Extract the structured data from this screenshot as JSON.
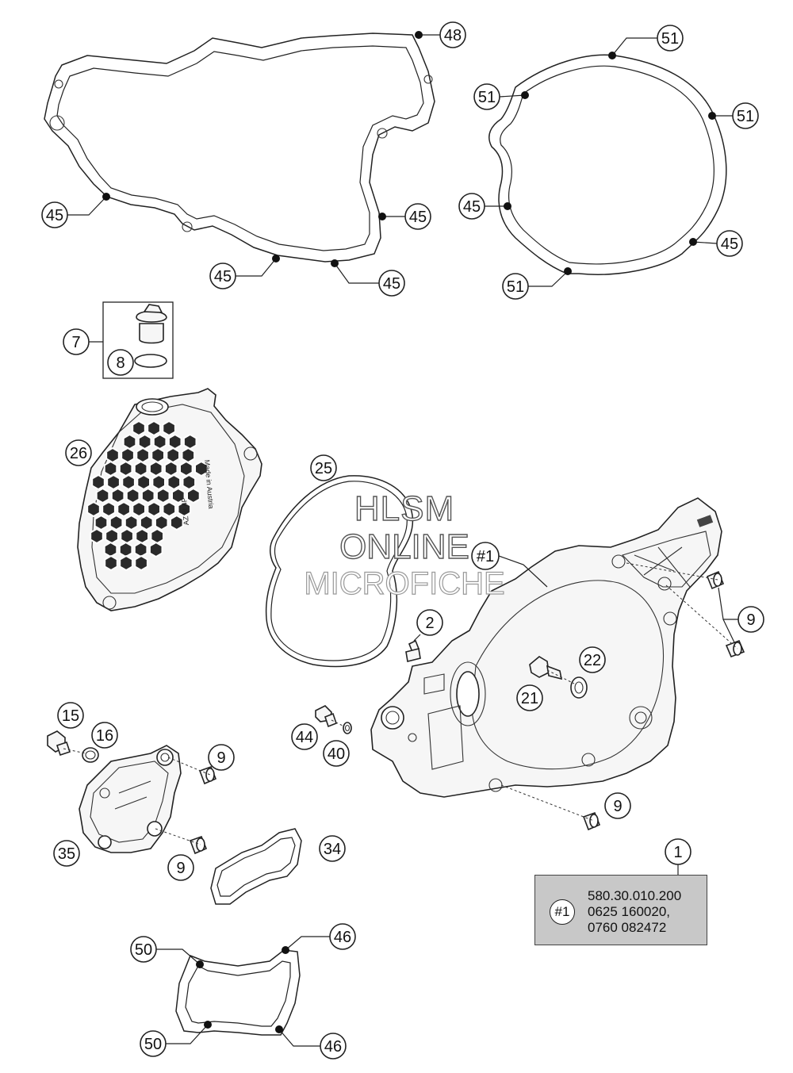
{
  "diagram": {
    "callouts": [
      {
        "id": "c48",
        "label": "48"
      },
      {
        "id": "c45a",
        "label": "45"
      },
      {
        "id": "c45b",
        "label": "45"
      },
      {
        "id": "c45c",
        "label": "45"
      },
      {
        "id": "c45d",
        "label": "45"
      },
      {
        "id": "c51a",
        "label": "51"
      },
      {
        "id": "c51b",
        "label": "51"
      },
      {
        "id": "c51c",
        "label": "51"
      },
      {
        "id": "c51d",
        "label": "51"
      },
      {
        "id": "c45e",
        "label": "45"
      },
      {
        "id": "c45f",
        "label": "45"
      },
      {
        "id": "c7",
        "label": "7"
      },
      {
        "id": "c8",
        "label": "8"
      },
      {
        "id": "c26",
        "label": "26"
      },
      {
        "id": "c25",
        "label": "25"
      },
      {
        "id": "c1hash",
        "label": "#1"
      },
      {
        "id": "c2",
        "label": "2"
      },
      {
        "id": "c9a",
        "label": "9"
      },
      {
        "id": "c22",
        "label": "22"
      },
      {
        "id": "c21",
        "label": "21"
      },
      {
        "id": "c15",
        "label": "15"
      },
      {
        "id": "c16",
        "label": "16"
      },
      {
        "id": "c9b",
        "label": "9"
      },
      {
        "id": "c44",
        "label": "44"
      },
      {
        "id": "c40",
        "label": "40"
      },
      {
        "id": "c9c",
        "label": "9"
      },
      {
        "id": "c35",
        "label": "35"
      },
      {
        "id": "c9d",
        "label": "9"
      },
      {
        "id": "c34",
        "label": "34"
      },
      {
        "id": "c1",
        "label": "1"
      },
      {
        "id": "c50a",
        "label": "50"
      },
      {
        "id": "c46a",
        "label": "46"
      },
      {
        "id": "c50b",
        "label": "50"
      },
      {
        "id": "c46b",
        "label": "46"
      }
    ],
    "cover_embossing": {
      "line1": "Made in Austria",
      "line2": "AZ 8t 4P"
    },
    "info_box": {
      "badge": "#1",
      "lines": [
        "580.30.010.200",
        "0625 160020,",
        "0760 082472"
      ]
    }
  },
  "watermark": {
    "line1": "HLSM",
    "line2": "ONLINE",
    "line3": "MICROFICHE"
  }
}
